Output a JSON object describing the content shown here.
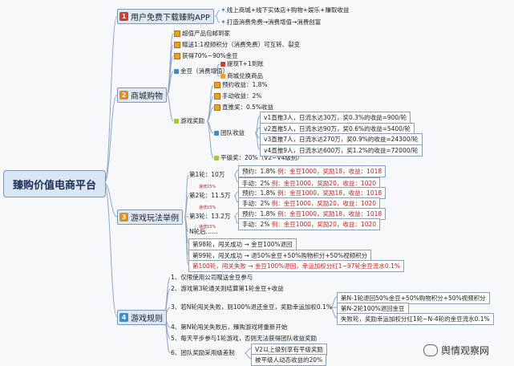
{
  "root": "臻购价值电商平台",
  "branches": {
    "b1": {
      "num": "1",
      "num_color": "#d63a2a",
      "label": "用户免费下载臻购APP",
      "items": [
        "线上商城+线下实体店+购物+娱乐+赚取收益",
        "打造消费免费→消费增值→消费创富"
      ]
    },
    "b2": {
      "num": "2",
      "num_color": "#e88a1a",
      "label": "商城购物",
      "items": [
        "超值产品包邮到家",
        "赠送1:1视频积分（消费免费）可互转、裂变",
        "获得70%~90%金豆",
        "金豆（消费增值）",
        "游戏奖励"
      ],
      "jindou": [
        "提现T+1到账",
        "商城兑换商品"
      ],
      "youxi": [
        "预约收益：1.8%",
        "手动收益：2%",
        "直推奖：0.5%收益",
        "团队收益",
        "平级奖：20%（V2~V4级别）"
      ],
      "team": [
        "v1直推3人，日流水达30万，奖0.3%的收益=900/轮",
        "v2直推5人，日流水达90万，奖0.6%的收益=5400/轮",
        "v3直推7人，日流水达270万，奖0.9%的收益=24300/轮",
        "v4直推9人，日流水达600万，奖1.2%的收益=72000/轮"
      ]
    },
    "b3": {
      "num": "3",
      "num_color": "#e88a1a",
      "label": "游戏玩法举例",
      "rounds": [
        "第1轮：10万",
        "第2轮：11.5万",
        "第3轮：13.2万",
        "N轮后……"
      ],
      "tags": [
        "递增15%",
        "递增15%",
        "递增15%"
      ],
      "r1": [
        "预约：1.8%",
        "例：金豆1000，奖励18，收益：1018",
        "手动：2%",
        "例：金豆1000，奖励20，收益：1020"
      ],
      "r2": [
        "预约：1.8%",
        "例：金豆1000，奖励18，收益：1018",
        "手动：2%",
        "例：金豆1000，奖励20，收益：1020"
      ],
      "r3": [
        "预约：1.8%",
        "例：金豆1000，奖励18，收益：1018",
        "手动：2%",
        "例：金豆1000，奖励20，收益：1020"
      ],
      "more": [
        "第98轮，闯关成功 → 金豆100%退回",
        "第99轮，闯关成功 → 退50%金豆+50%购物积分+50%视频积分",
        "第100轮，闯关失败 → 金豆100%退回，幸运加权分红1~97轮金豆流水0.1%"
      ]
    },
    "b4": {
      "num": "4",
      "num_color": "#3a8fd4",
      "label": "游戏规则",
      "rules": [
        "1、仅限使用公司赠送金豆参与",
        "2、游戏第3轮通关则结算第1轮金豆+收益",
        "3、若N轮闯关失败，则100%退还金豆，奖励幸运加权0.1%",
        "4、第N轮闯关失败后，臻购游戏将重新开始",
        "5、每天平步参与1轮游戏，否则无法获得团队收益奖励",
        "6、团队奖励采用级差制"
      ],
      "r3sub": [
        "第N-1轮退回50%金豆+50%购物积分+50%视频积分",
        "第N-2轮100%退回金豆",
        "失败轮，奖励幸运加权分红1轮~N-4轮的金豆流水0.1%"
      ],
      "r6sub": [
        "V2以上级别享有平级奖励",
        "被平级人动态收益的20%"
      ]
    }
  },
  "watermark": "舆情观察网"
}
